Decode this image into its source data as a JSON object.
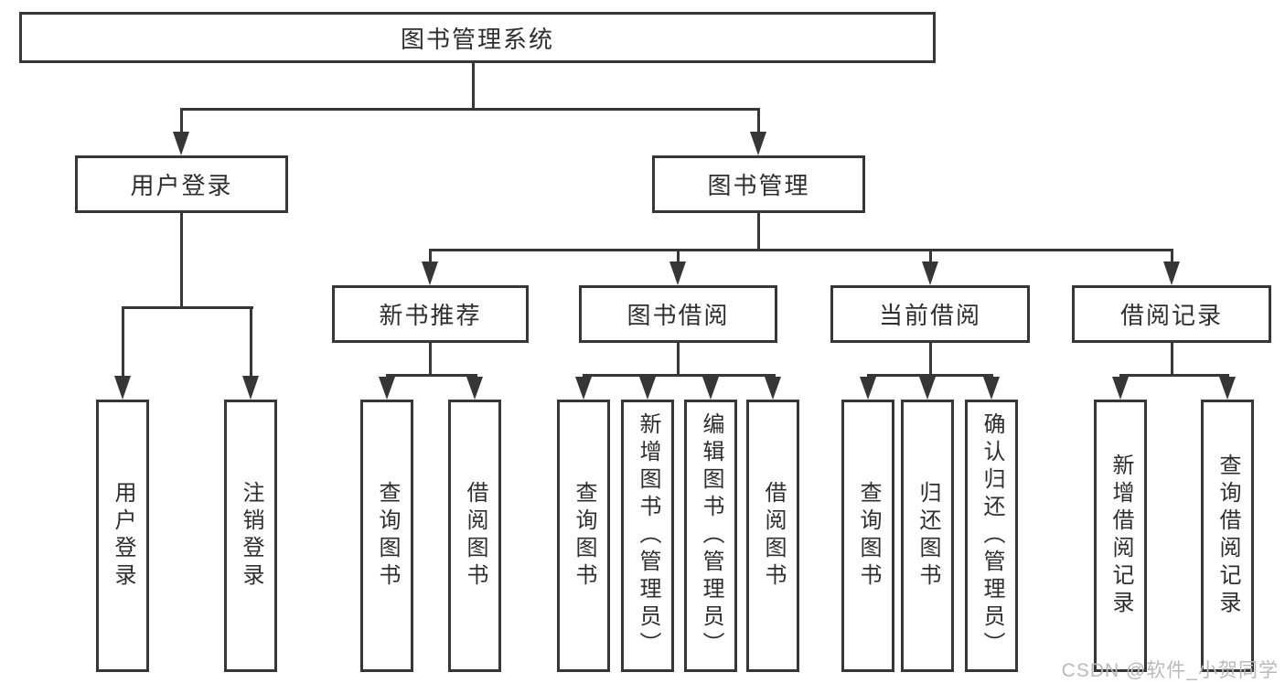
{
  "root": {
    "label": "图书管理系统"
  },
  "branches": [
    {
      "label": "用户登录",
      "leaves": [
        {
          "label": "用户登录"
        },
        {
          "label": "注销登录"
        }
      ]
    },
    {
      "label": "图书管理",
      "children": [
        {
          "label": "新书推荐",
          "leaves": [
            {
              "label": "查询图书"
            },
            {
              "label": "借阅图书"
            }
          ]
        },
        {
          "label": "图书借阅",
          "leaves": [
            {
              "label": "查询图书"
            },
            {
              "label": "新增图书（管理员）"
            },
            {
              "label": "编辑图书（管理员）"
            },
            {
              "label": "借阅图书"
            }
          ]
        },
        {
          "label": "当前借阅",
          "leaves": [
            {
              "label": "查询图书"
            },
            {
              "label": "归还图书"
            },
            {
              "label": "确认归还（管理员）"
            }
          ]
        },
        {
          "label": "借阅记录",
          "leaves": [
            {
              "label": "新增借阅记录"
            },
            {
              "label": "查询借阅记录"
            }
          ]
        }
      ]
    }
  ],
  "watermark": {
    "text": "CSDN @软件_小贺同学"
  },
  "colors": {
    "line": "#363636",
    "text": "#2e2e2e",
    "background": "#ffffff",
    "watermark": "#b9b9b9"
  }
}
